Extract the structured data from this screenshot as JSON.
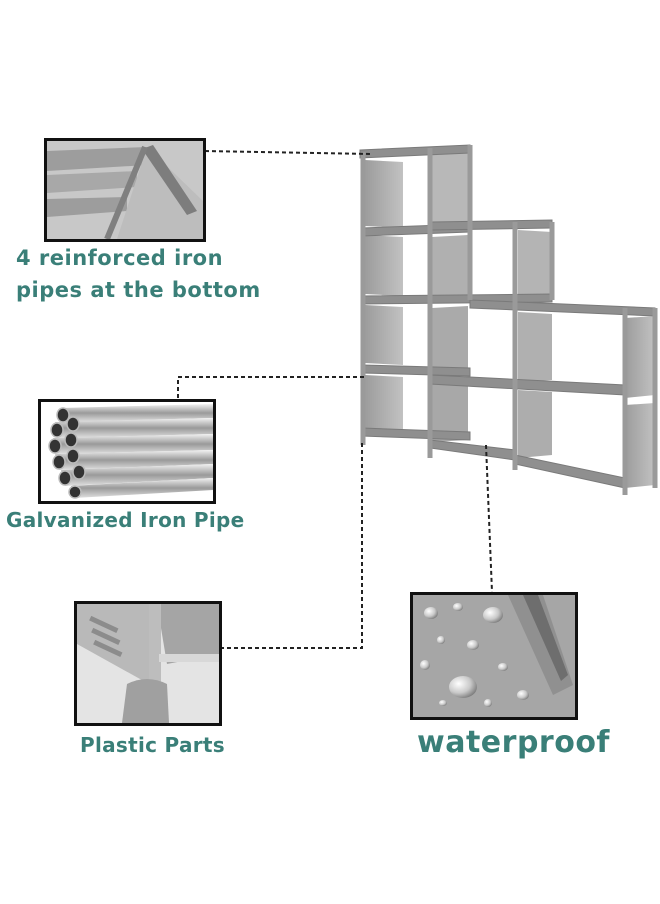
{
  "captions": {
    "pipes_bottom_line1": "4 reinforced iron",
    "pipes_bottom_line2": "pipes at the bottom",
    "galvanized": "Galvanized Iron Pipe",
    "plastic": "Plastic Parts",
    "waterproof": "waterproof"
  },
  "colors": {
    "caption_teal": "#3a7f78",
    "frame_black": "#111111",
    "shelf_gray": "#9a9a9a",
    "panel_gray": "#b3b3b3"
  },
  "icons": [
    "shelf-corner-detail",
    "pipe-bundle-detail",
    "plastic-joint-detail",
    "water-droplets-detail",
    "cube-shelf-unit"
  ]
}
